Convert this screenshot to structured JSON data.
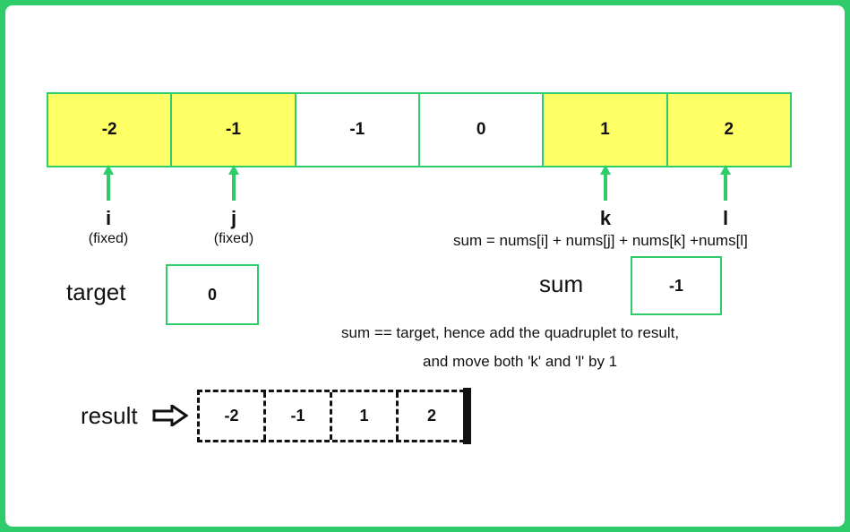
{
  "array": {
    "cells": [
      {
        "value": "-2",
        "highlighted": true
      },
      {
        "value": "-1",
        "highlighted": true
      },
      {
        "value": "-1",
        "highlighted": false
      },
      {
        "value": "0",
        "highlighted": false
      },
      {
        "value": "1",
        "highlighted": true
      },
      {
        "value": "2",
        "highlighted": true
      }
    ]
  },
  "pointers": {
    "i": {
      "label": "i",
      "note": "(fixed)"
    },
    "j": {
      "label": "j",
      "note": "(fixed)"
    },
    "k": {
      "label": "k"
    },
    "l": {
      "label": "l"
    }
  },
  "formula": "sum = nums[i] + nums[j] + nums[k] +nums[l]",
  "target": {
    "label": "target",
    "value": "0"
  },
  "sum": {
    "label": "sum",
    "value": "-1"
  },
  "message": {
    "line1": "sum == target, hence add the quadruplet to result,",
    "line2": "and move both 'k' and  'l' by 1"
  },
  "result": {
    "label": "result",
    "values": [
      "-2",
      "-1",
      "1",
      "2"
    ]
  },
  "colors": {
    "accent": "#2ecc6a",
    "highlight": "#ffff66",
    "text": "#111111"
  }
}
